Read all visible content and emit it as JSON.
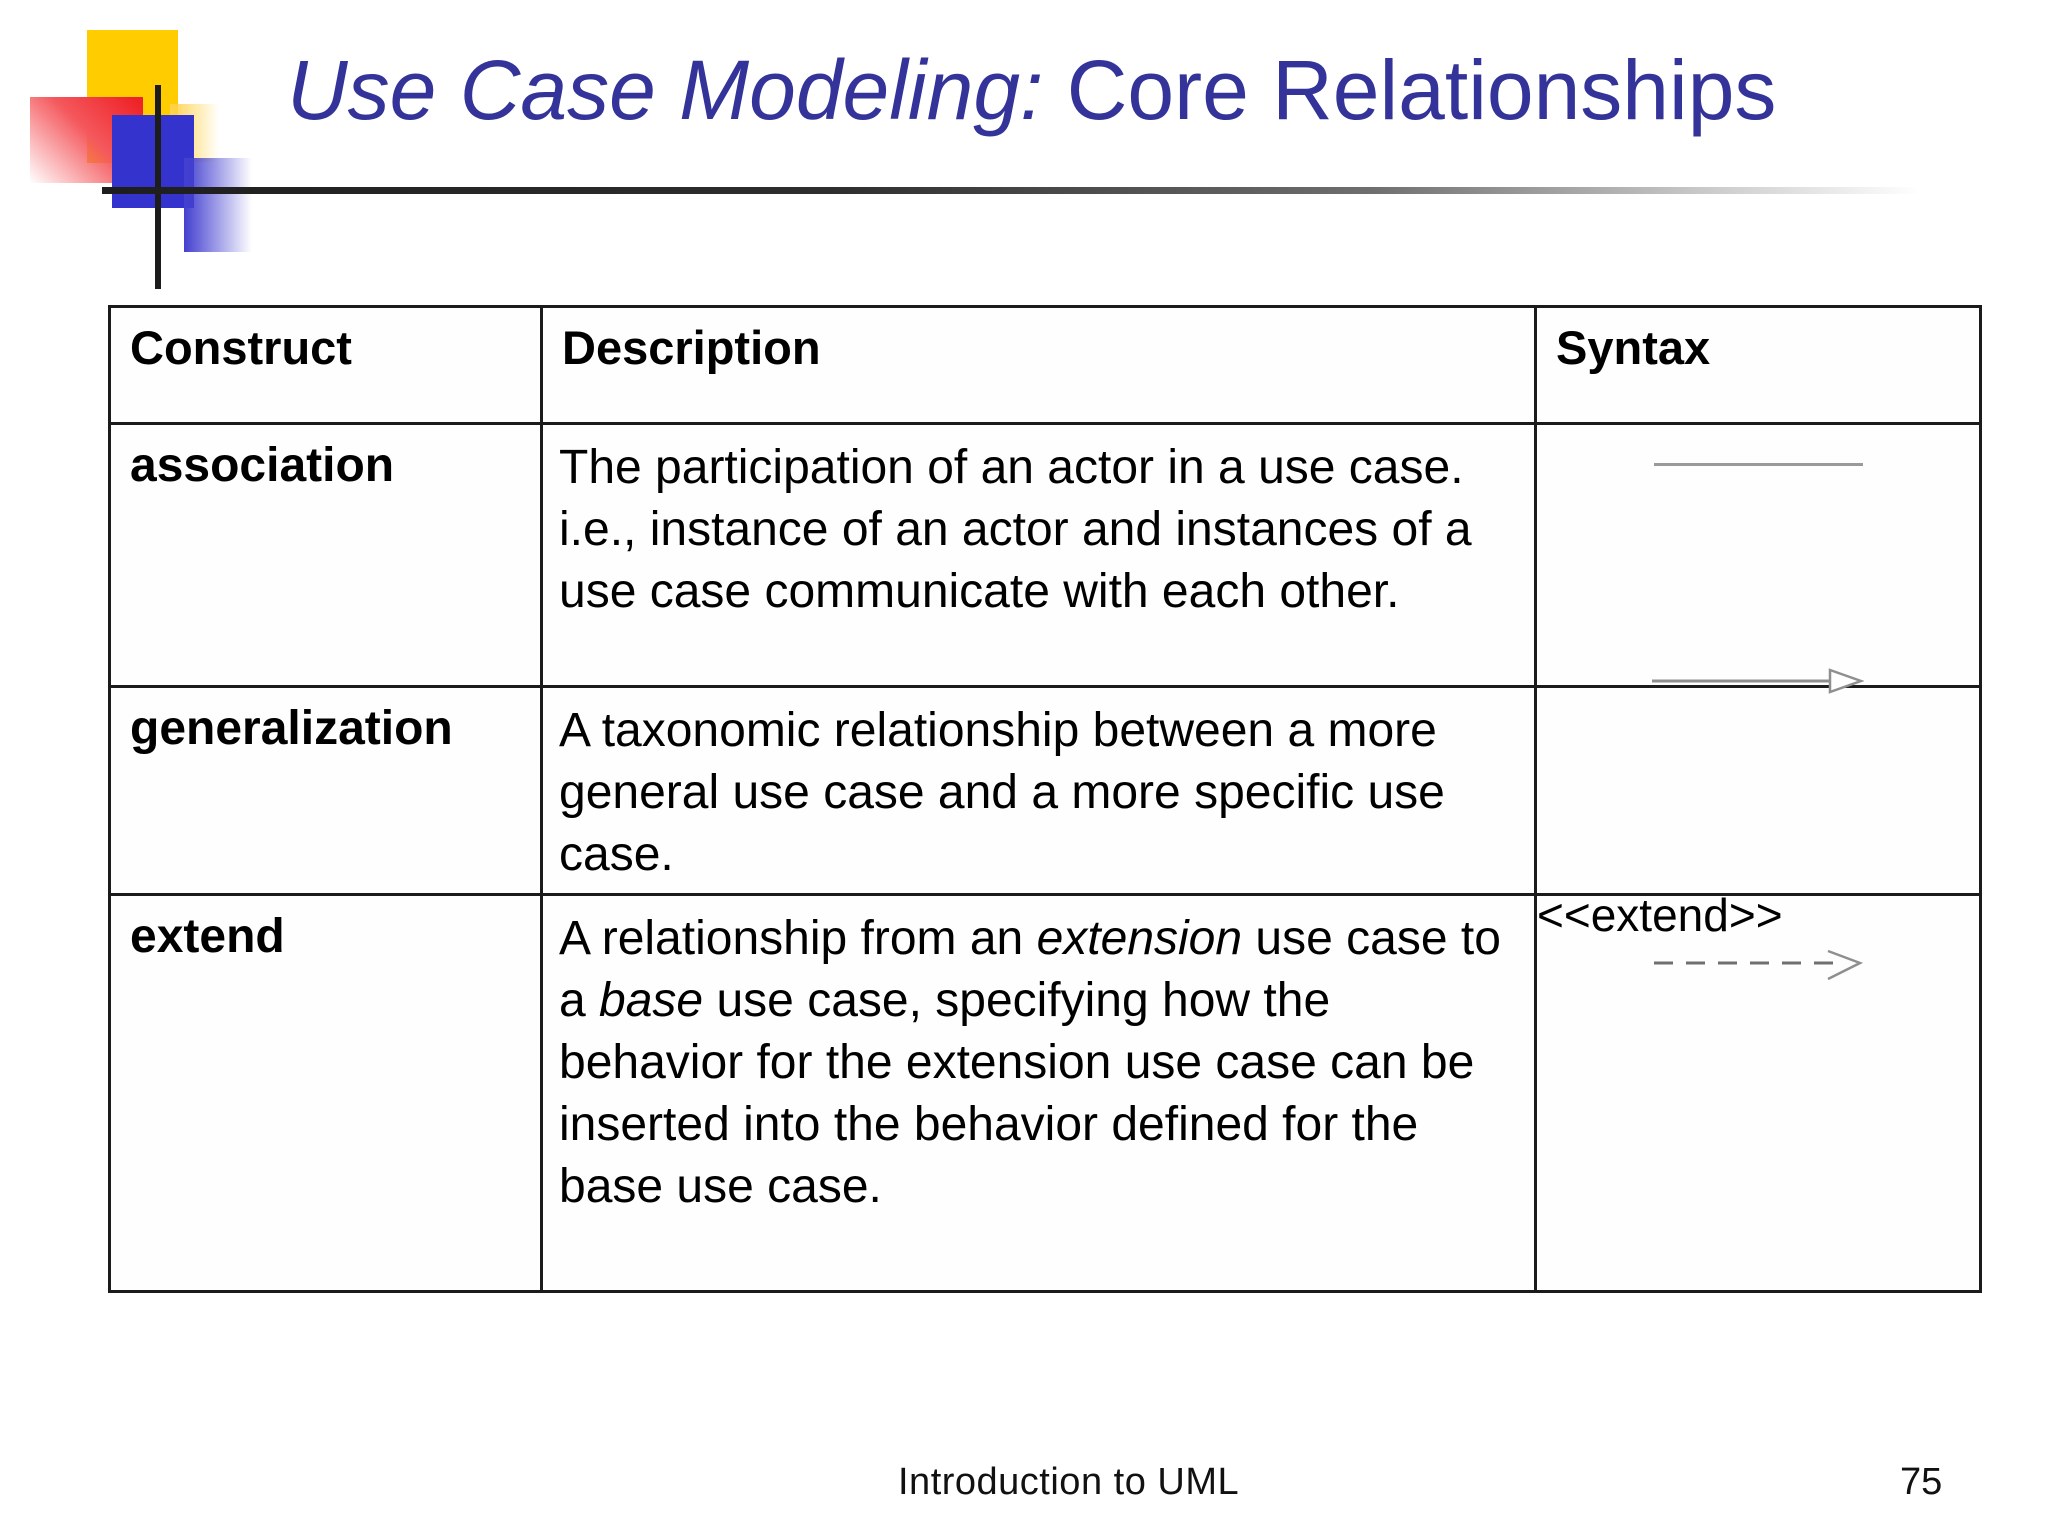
{
  "slide": {
    "title": {
      "italic_part": "Use Case Modeling:",
      "regular_part": " Core Relationships",
      "color": "#333399"
    },
    "footer": {
      "left_text": "Introduction to UML",
      "page_number": "75"
    }
  },
  "table": {
    "headers": [
      "Construct",
      "Description",
      "Syntax"
    ],
    "rows": [
      {
        "construct": "association",
        "description_segments": [
          {
            "text": "The participation of an actor in a use case. i.e., instance of an actor and instances of a use case communicate with each other."
          }
        ],
        "syntax": {
          "type": "association-line",
          "label": ""
        }
      },
      {
        "construct": "generalization",
        "description_segments": [
          {
            "text": "A taxonomic relationship between a more general use case and a more specific use case."
          }
        ],
        "syntax": {
          "type": "generalization-arrow",
          "label": ""
        }
      },
      {
        "construct": "extend",
        "description_segments": [
          {
            "text": "A relationship from an "
          },
          {
            "text": "extension",
            "italic": true
          },
          {
            "text": " use case to a "
          },
          {
            "text": "base",
            "italic": true
          },
          {
            "text": " use case, specifying how the behavior for the extension use case can be inserted into the behavior defined for the base use case."
          }
        ],
        "syntax": {
          "type": "extend-dashed-arrow",
          "label": "<<extend>>"
        }
      }
    ]
  },
  "colors": {
    "title_text": "#333399",
    "table_border": "#1b1b1b",
    "body_text": "#000000",
    "symbol_gray": "#9a9a9a",
    "logo_yellow": "#ffcc00",
    "logo_red": "#ee2327",
    "logo_blue": "#3433cd",
    "crosshair_black": "#1c1c1c"
  }
}
